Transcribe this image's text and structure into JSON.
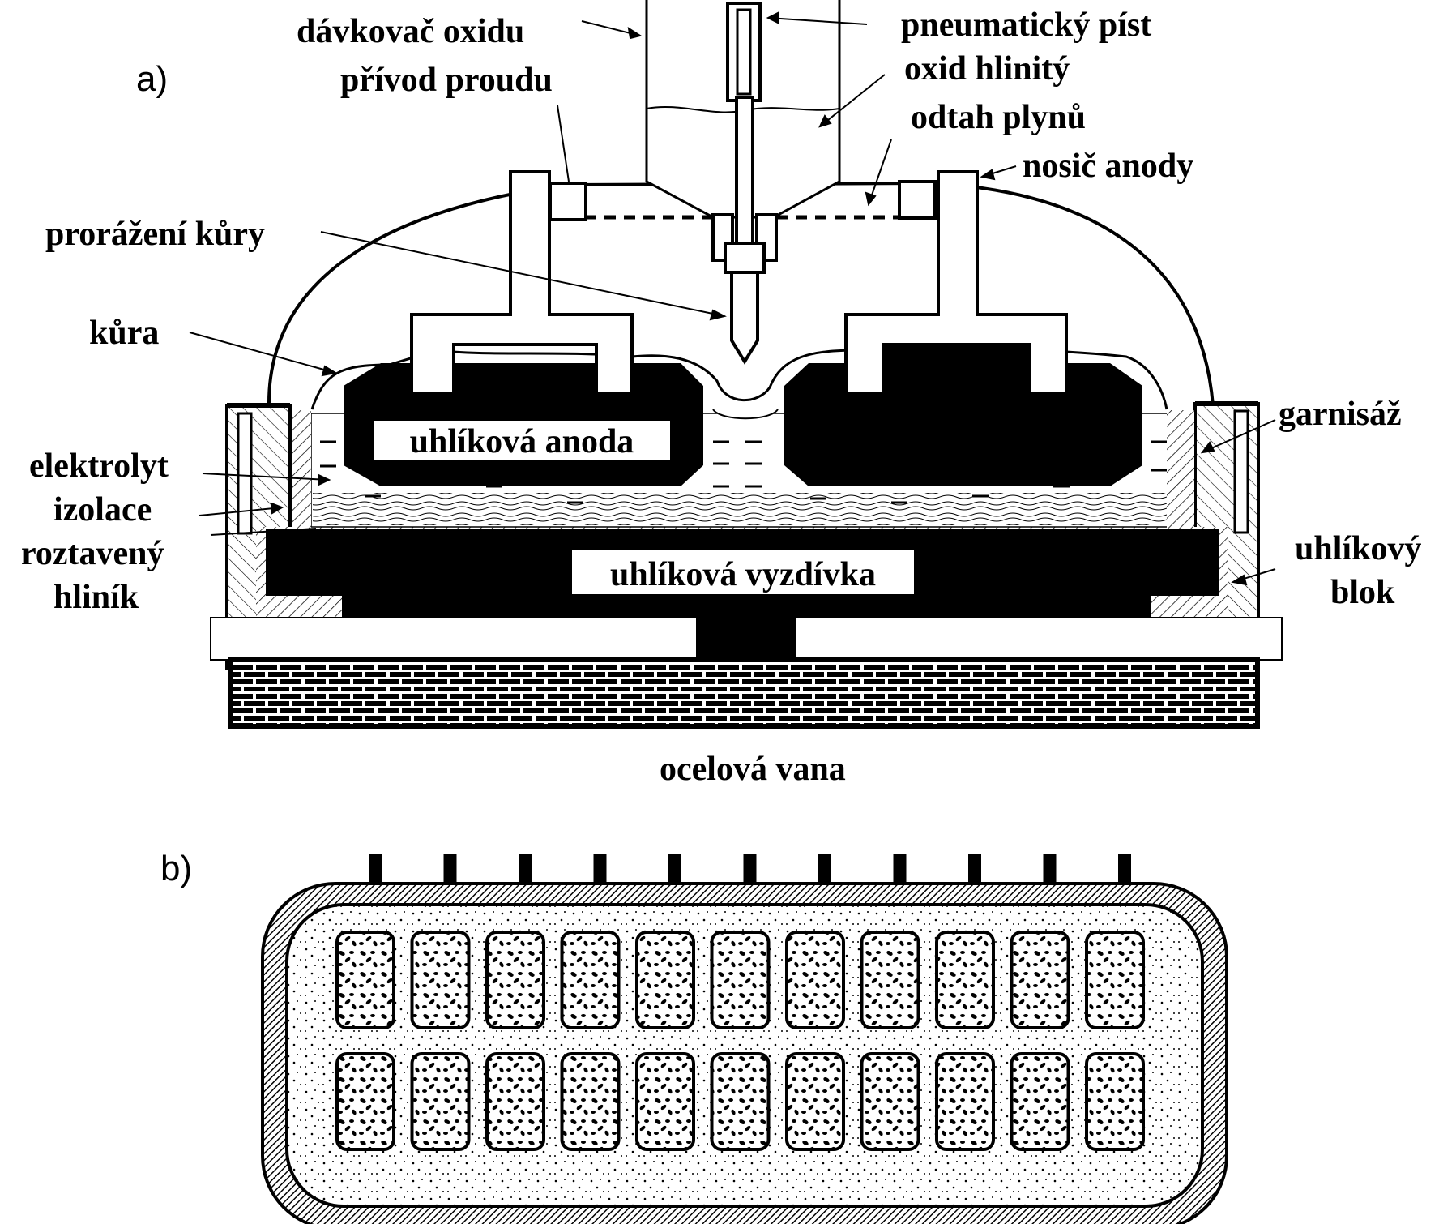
{
  "panel_a": {
    "label": "a)",
    "labels": {
      "oxide_feeder": "dávkovač oxidu",
      "current_supply": "přívod proudu",
      "pneumatic_piston": "pneumatický píst",
      "alumina": "oxid hlinitý",
      "gas_exhaust": "odtah plynů",
      "anode_holder": "nosič anody",
      "crust_breaker": "prorážení kůry",
      "crust": "kůra",
      "garnissage": "garnisáž",
      "electrolyte": "elektrolyt",
      "insulation": "izolace",
      "molten_aluminium_1": "roztavený",
      "molten_aluminium_2": "hliník",
      "carbon_block_1": "uhlíkový",
      "carbon_block_2": "blok",
      "steel_tank": "ocelová vana",
      "carbon_anode": "uhlíková anoda",
      "carbon_lining": "uhlíková vyzdívka"
    }
  },
  "panel_b": {
    "label": "b)",
    "anode_rows": 2,
    "anodes_per_row": 11,
    "terminals_per_side": 11
  },
  "colors": {
    "ink": "#000000",
    "paper": "#ffffff",
    "hatch": "#000000"
  }
}
